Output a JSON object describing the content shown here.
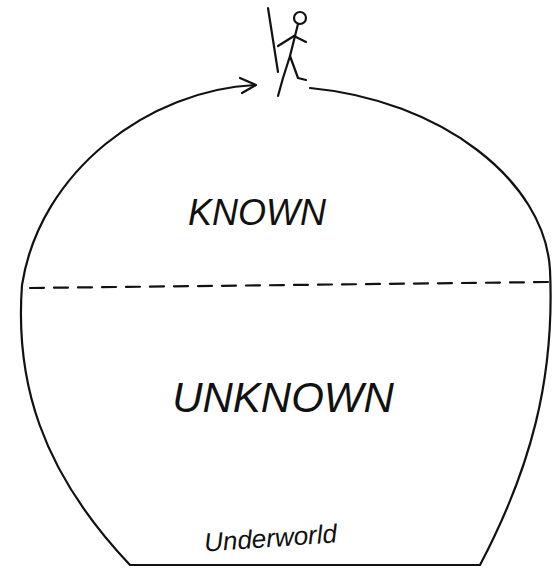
{
  "diagram": {
    "nodes": [
      {
        "text": [
          "KNOWN",
          "UNKNOWN",
          "Underworld"
        ]
      }
    ]
  }
}
